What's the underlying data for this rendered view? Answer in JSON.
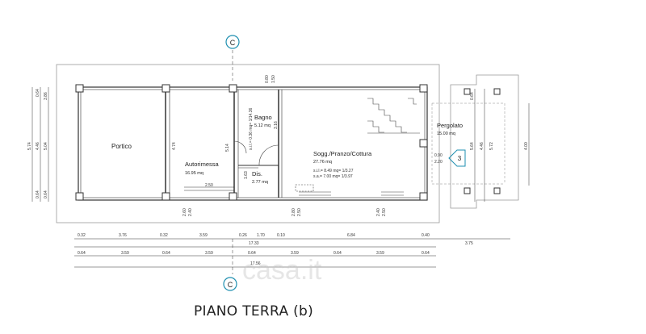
{
  "plan": {
    "caption": "PIANO TERRA (b)",
    "watermark": "casa.it",
    "section_marker_top": "C",
    "section_marker_bottom": "C",
    "section_marker_right": "3",
    "rooms": {
      "portico": "Portico",
      "autorimessa": "Autorimessa",
      "autorimessa_area": "16.95 mq",
      "bagno": "Bagno",
      "bagno_area": "5.12 mq",
      "dis": "Dis.",
      "dis_area": "2.77 mq",
      "soggiorno": "Sogg./Pranzo/Cottura",
      "soggiorno_area": "27.76 mq",
      "soggiorno_sil": "s.i.l.= 8.49 mq= 1/3.27",
      "soggiorno_sa": "s.a.= 7.00 mq= 1/3.97",
      "bagno_note": "s.i.l.= 0.36 mq= 1/14.36",
      "pergolato": "Pergolato",
      "pergolato_area": "15.00 mq"
    },
    "dims": {
      "row1": [
        "0.32",
        "3.76",
        "0.32",
        "3.59",
        "0.26",
        "1.70",
        "0.10",
        "6.84",
        "0.40"
      ],
      "row1_total": "17.33",
      "row1_right": "3.75",
      "row2": [
        "0.64",
        "3.59",
        "0.64",
        "3.59",
        "0.64",
        "3.59",
        "0.64",
        "3.59",
        "0.64"
      ],
      "row2_total": "17.56",
      "left": [
        "0.64",
        "3.86",
        "0.64",
        "5.74",
        "4.46",
        "5.04",
        "0.64"
      ],
      "right": [
        "0.64",
        "4.46",
        "5.64",
        "5.72",
        "4.00"
      ],
      "interior": [
        "4.74",
        "5.14",
        "1.63",
        "3.16",
        "0.80",
        "1.50",
        "0.90",
        "2.20",
        "2.50",
        "2.60",
        "2.40",
        "2.80",
        "2.50",
        "2.40",
        "2.50"
      ]
    }
  }
}
